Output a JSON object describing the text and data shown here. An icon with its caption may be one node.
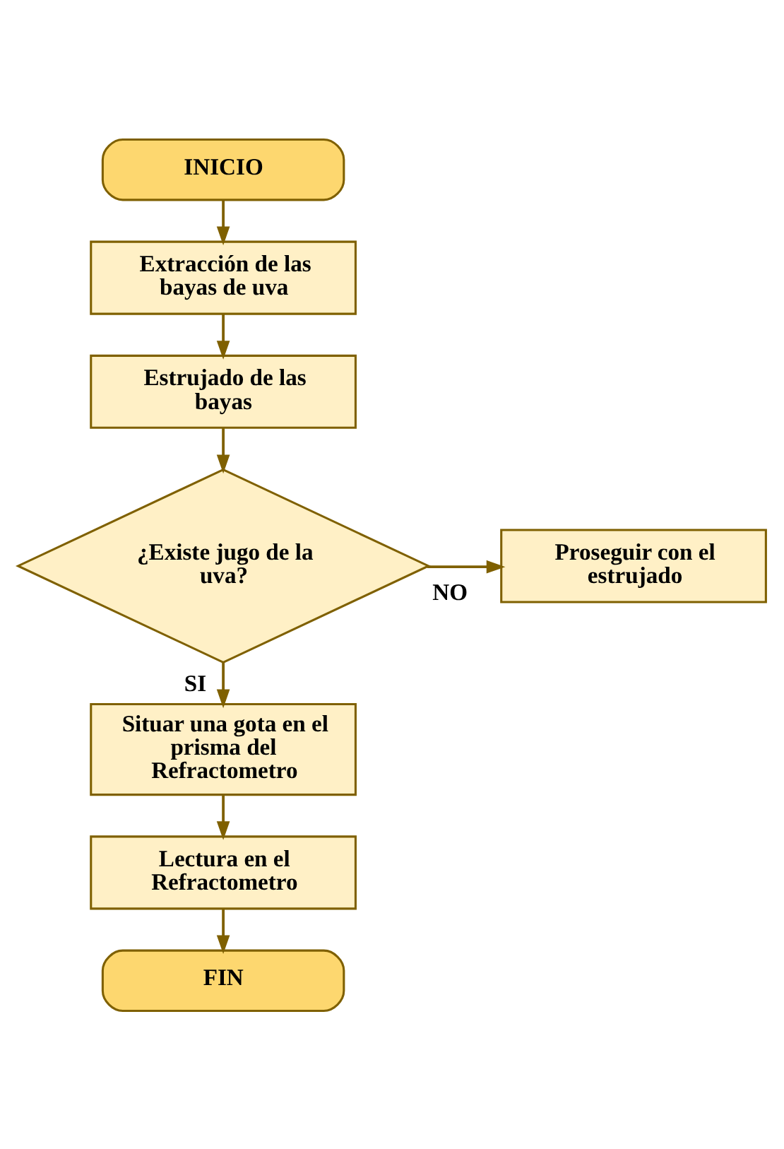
{
  "diagram": {
    "nodes": [
      {
        "text": [
          "INICIO"
        ]
      },
      {
        "text": [
          "Extracción de las bayas de uva"
        ]
      },
      {
        "text": [
          "Estrujado de las bayas"
        ]
      },
      {
        "text": [
          "¿Existe jugo de la uva?"
        ]
      },
      {
        "text": [
          "Proseguir con el estrujado"
        ]
      },
      {
        "text": [
          "Situar una gota en el prisma del Refractometro"
        ]
      },
      {
        "text": [
          "Lectura en el Refractometro"
        ]
      },
      {
        "text": [
          "FIN"
        ]
      }
    ],
    "edges": [
      {
        "from": 0,
        "to": 1,
        "arrow": "to"
      },
      {
        "from": 1,
        "to": 2,
        "arrow": "to"
      },
      {
        "from": 2,
        "to": 3,
        "arrow": "to"
      },
      {
        "from": 3,
        "to": 4,
        "arrow": "to",
        "label": "NO"
      },
      {
        "from": 3,
        "to": 5,
        "arrow": "to",
        "label": "SI"
      },
      {
        "from": 5,
        "to": 6,
        "arrow": "to"
      },
      {
        "from": 6,
        "to": 7,
        "arrow": "to"
      }
    ]
  }
}
